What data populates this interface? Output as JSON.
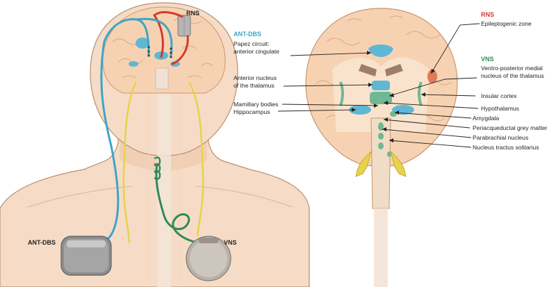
{
  "colors": {
    "ant_dbs": "#3aa6c9",
    "rns": "#d23a2f",
    "vns": "#2e8a5a",
    "lead_yellow": "#e6d34a",
    "skin": "#f6dcc6",
    "skin_outline": "#b98e6f",
    "brain": "#f7d2b2",
    "brain_outline": "#c9946c",
    "device": "#8d8d8d"
  },
  "icons": [
    "rns-device-icon",
    "ant-dbs-generator-icon",
    "vns-generator-icon"
  ],
  "figure": {
    "left_labels": {
      "rns": "RNS",
      "ant_dbs": "ANT-DBS",
      "vns": "VNS"
    },
    "right_labels": {
      "ant_dbs_title": "ANT-DBS",
      "papez_line1": "Papez circuit:",
      "papez_line2": "anterior cingulate",
      "anterior_line1": "Anterior nucleus",
      "anterior_line2": "of the thalamus",
      "mamillary": "Mamillary bodies",
      "hippocampus": "Hippocampus",
      "rns_title": "RNS",
      "epileptogenic": "Epileptogenic zone",
      "vns_title": "VNS",
      "ventro_line1": "Ventro-posterior medial",
      "ventro_line2": "nucleus of the thalamus",
      "insular": "Insular cortex",
      "hypothalamus": "Hypothalamus",
      "amygdala": "Amygdala",
      "periaqueductal": "Periacqueductal grey matter",
      "parabrachial": "Parabrachial nucleus",
      "nucleus_tractus": "Nucleus tractus solitarius"
    }
  }
}
